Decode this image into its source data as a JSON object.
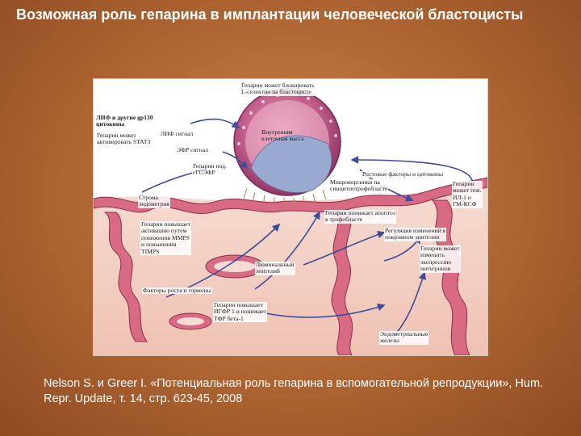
{
  "title": "Возможная роль гепарина в имплантации человеческой бластоцисты",
  "diagram": {
    "labels": {
      "heparin_lselectin": "Гепарин может блокировать\nL-селектин на бластоцисте",
      "lif_cytokines": "ЛИФ и другие gp130\nцитокины",
      "heparin_stat3": "Гепарин может\nактивировать STAT3",
      "lif_signal": "ЛИФ сигнал",
      "inner_cell_mass": "Внутренняя\nклеточная масса",
      "egf_signal": "ЭФР сигнал",
      "heparin_hbegf": "Гепарин под.\nгГСЭФР",
      "growth_factors_cytokines": "Ростовые факторы и цитокины",
      "endometrial_stroma": "Строма\nэндометрия",
      "microvilli": "Микроворсинки на\nсинцитиотрофобласте",
      "heparin_il1_gmcsf": "Гепарин\nможет пов.\nИЛ-1 и\nГМ-КСФ",
      "heparin_apoptosis": "Гепарин понижает апоптоз\nв трофобласте",
      "heparin_mmps": "Гепарин повышает\nактивацию путем\nпонижения ММРS\nи повышения\nTIMPS",
      "regulation_epithelium": "Регуляция изменений в\nпокровном эпителии",
      "heparin_integrins": "Гепарин может\nизменить\nэкспрессию\nинтегринов",
      "luminal_epithelium": "Люминальный\nэпителий",
      "growth_factors_hormones": "Факторы роста и гормоны",
      "heparin_igfbp": "Гепарин повышает\nИГФР 1 и понижает\nТФР бета-1",
      "endometrial_glands": "Эндометриальные\nжелезы"
    },
    "colors": {
      "blastocyst": "#b54a7a",
      "cell_mass": "#9aa9cf",
      "epithelium": "#d96a83",
      "stroma": "#f3cfc2",
      "arrow": "#3c4c9a"
    }
  },
  "citation": "Nelson S. и Greer I. «Потенциальная роль гепарина в вспомогательной репродукции», Hum. Repr. Update, т. 14, стр. 623-45, 2008"
}
